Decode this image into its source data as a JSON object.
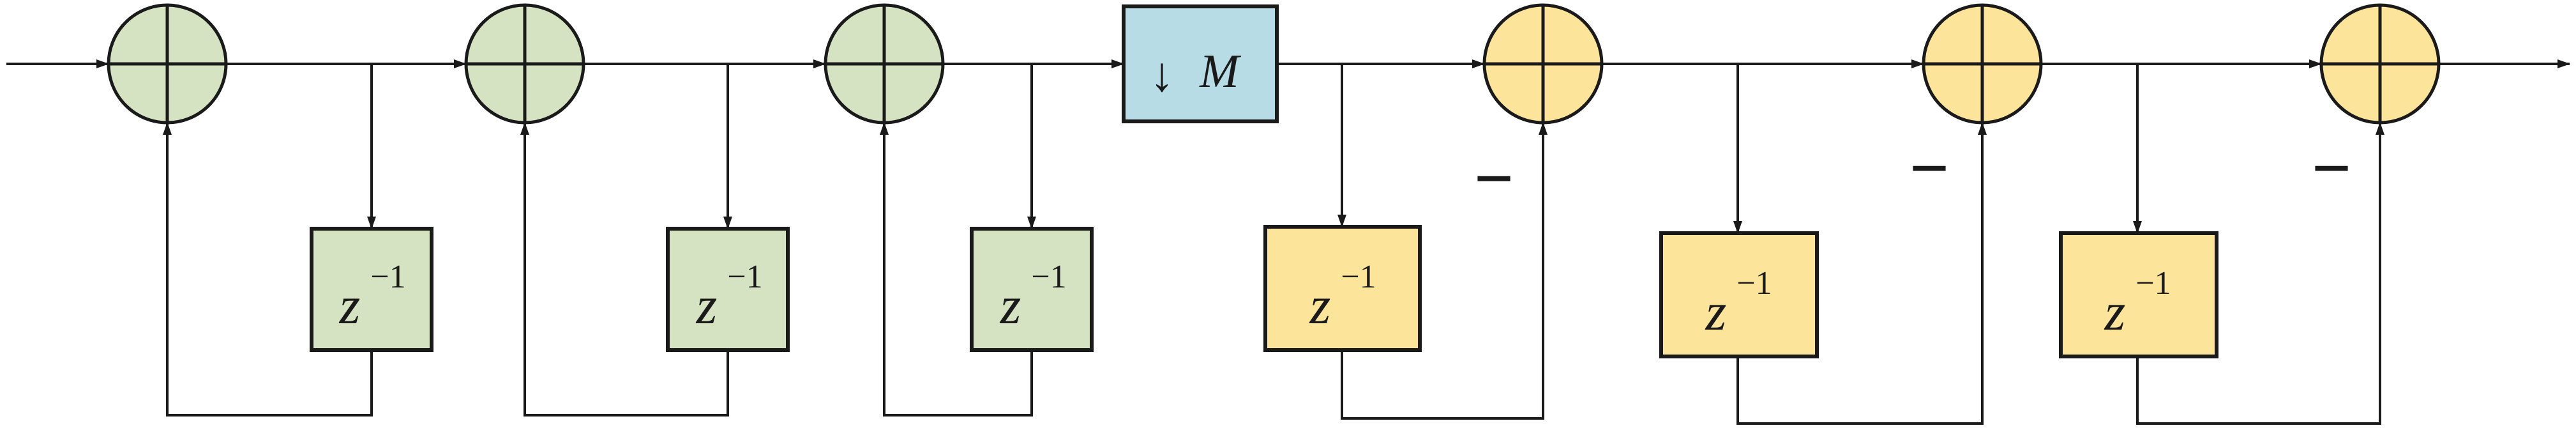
{
  "colors": {
    "integrator_fill": "#d6e3c3",
    "comb_fill": "#fde49b",
    "decimator_fill": "#b7dce6",
    "stroke": "#1a1a1a",
    "background": "#ffffff"
  },
  "delay_label": {
    "base": "z",
    "exponent": "−1"
  },
  "decimator_label": {
    "arrow": "↓",
    "factor": "M"
  },
  "minus_sign": "−",
  "integrator_stages": [
    {
      "adder": "integrator-adder-1",
      "delay": "integrator-delay-1"
    },
    {
      "adder": "integrator-adder-2",
      "delay": "integrator-delay-2"
    },
    {
      "adder": "integrator-adder-3",
      "delay": "integrator-delay-3"
    }
  ],
  "comb_stages": [
    {
      "adder": "comb-adder-1",
      "delay": "comb-delay-1",
      "subtract_sign": "−"
    },
    {
      "adder": "comb-adder-2",
      "delay": "comb-delay-2",
      "subtract_sign": "−"
    },
    {
      "adder": "comb-adder-3",
      "delay": "comb-delay-3",
      "subtract_sign": "−"
    }
  ]
}
